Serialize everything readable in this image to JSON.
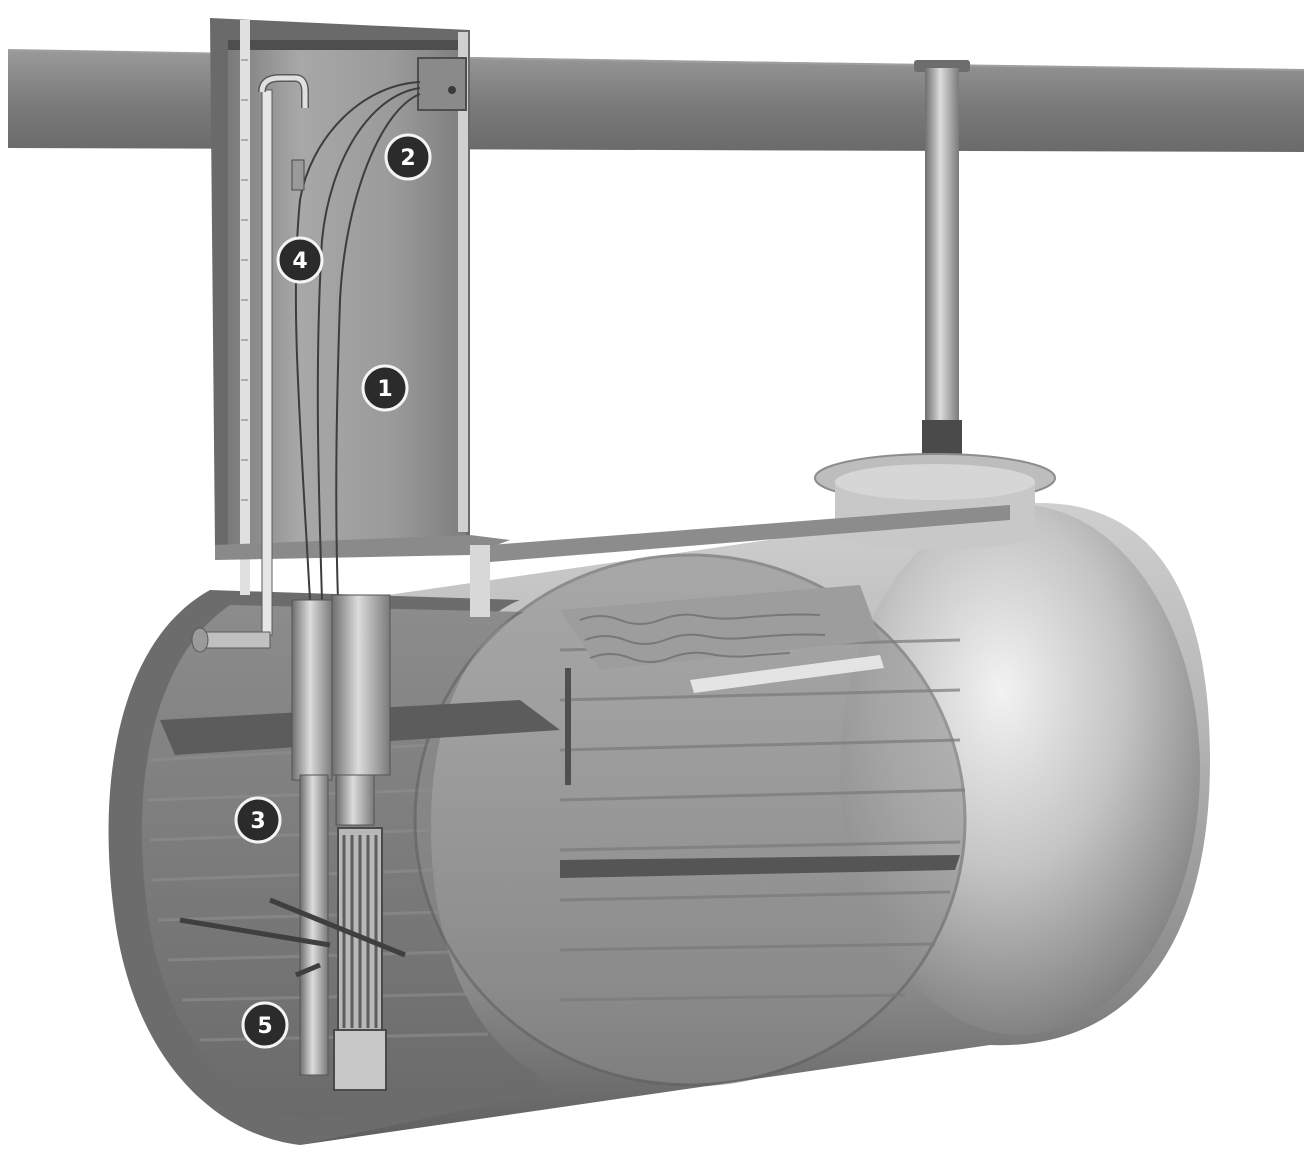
{
  "callouts": [
    {
      "id": "1",
      "label": "1"
    },
    {
      "id": "2",
      "label": "2"
    },
    {
      "id": "3",
      "label": "3"
    },
    {
      "id": "4",
      "label": "4"
    },
    {
      "id": "5",
      "label": "5"
    }
  ],
  "colors": {
    "background": "#ffffff",
    "callout_fill": "#2b2b2b",
    "callout_text": "#ffffff",
    "tank_light": "#d8d8d8",
    "tank_dark": "#5a5a5a",
    "road_band": "#8a8a8a"
  }
}
